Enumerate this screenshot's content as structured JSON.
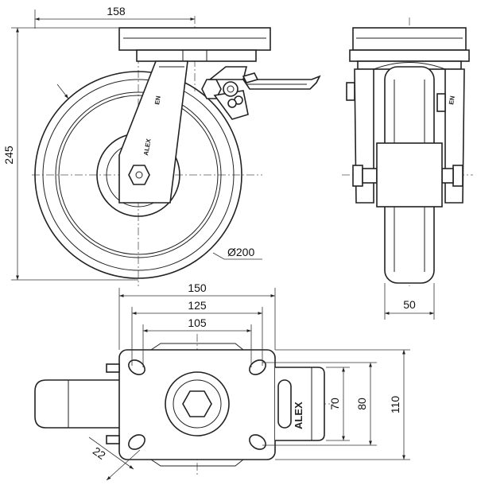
{
  "dimensions": {
    "top_width": "158",
    "height": "245",
    "wheel_diameter": "Ø200",
    "wheel_width": "50",
    "plate_width": "150",
    "hole_spacing_outer": "125",
    "hole_spacing_inner": "105",
    "slot_width": "22",
    "hole_spacing_vertical_inner": "70",
    "hole_spacing_vertical_outer": "80",
    "plate_length": "110"
  },
  "brand_label": "ALEX",
  "caster_marking": "ALEX"
}
